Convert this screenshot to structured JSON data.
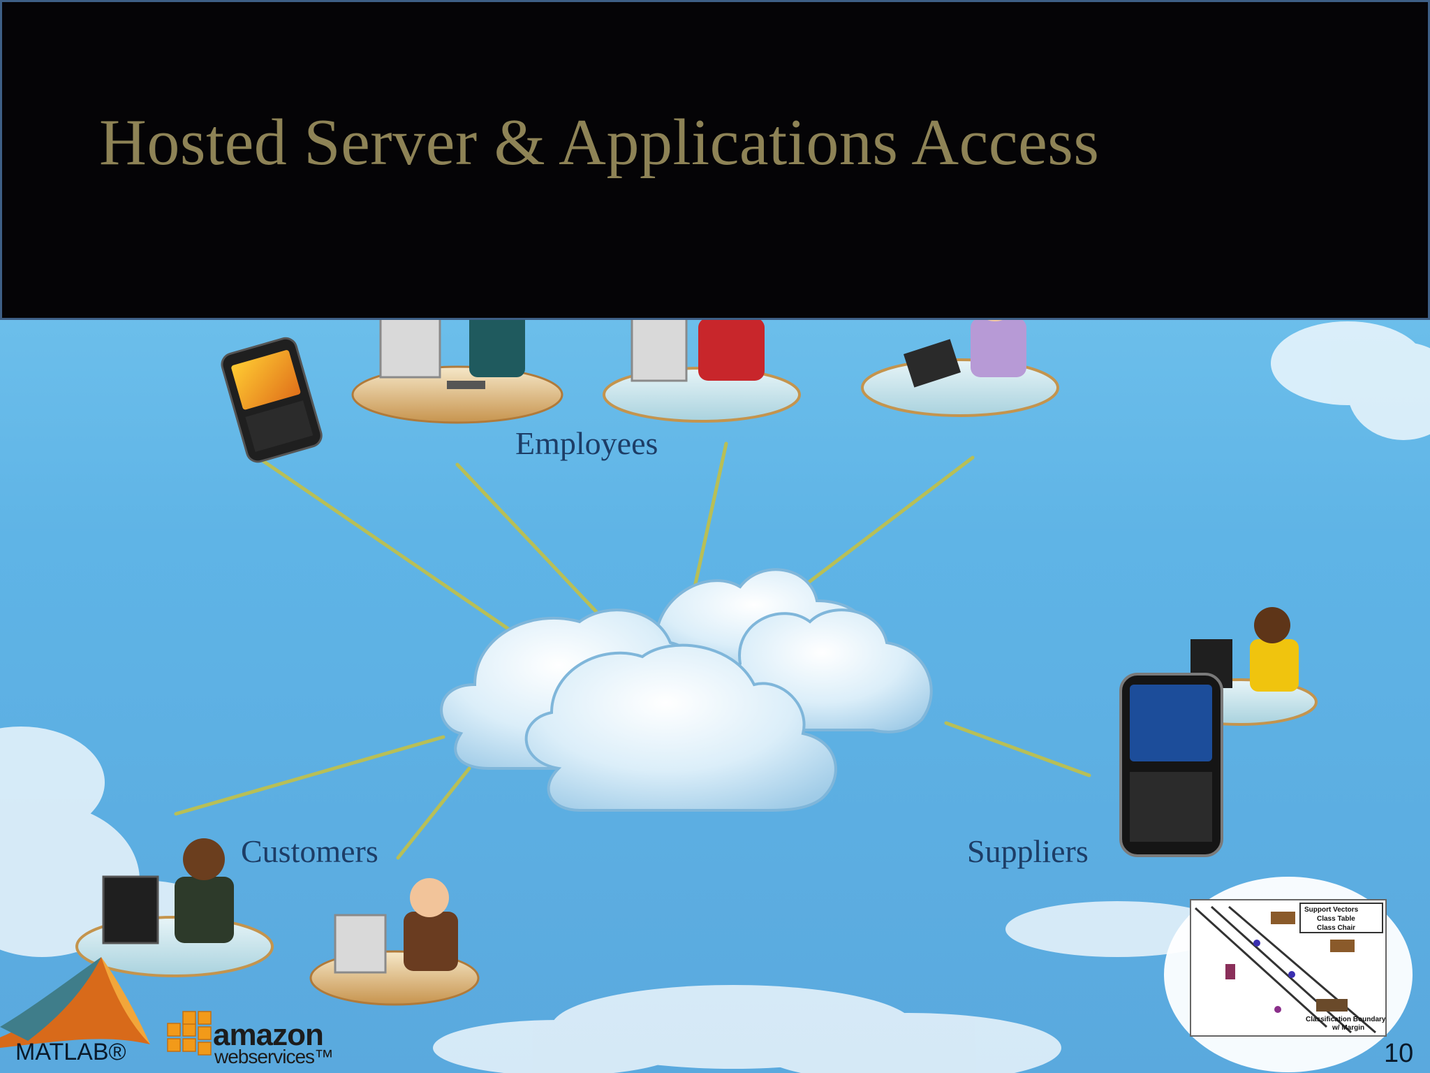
{
  "slide": {
    "title": "Hosted Server & Applications Access",
    "page_number": "10"
  },
  "diagram": {
    "hub": "cloud-cluster",
    "groups": [
      {
        "label": "Employees"
      },
      {
        "label": "Customers"
      },
      {
        "label": "Suppliers"
      }
    ]
  },
  "branding": {
    "matlab": "MATLAB®",
    "amazon": "amazon",
    "web_services": "webservices™"
  },
  "inset": {
    "legend": [
      "Support Vectors",
      "Class Table",
      "Class Chair"
    ],
    "caption_line1": "Classification Boundary",
    "caption_line2": "w/ Margin"
  },
  "colors": {
    "sky": "#63b7e6",
    "header": "#050406",
    "title": "#8e8356",
    "label": "#1d3d66",
    "connector": "#b8bf56"
  }
}
